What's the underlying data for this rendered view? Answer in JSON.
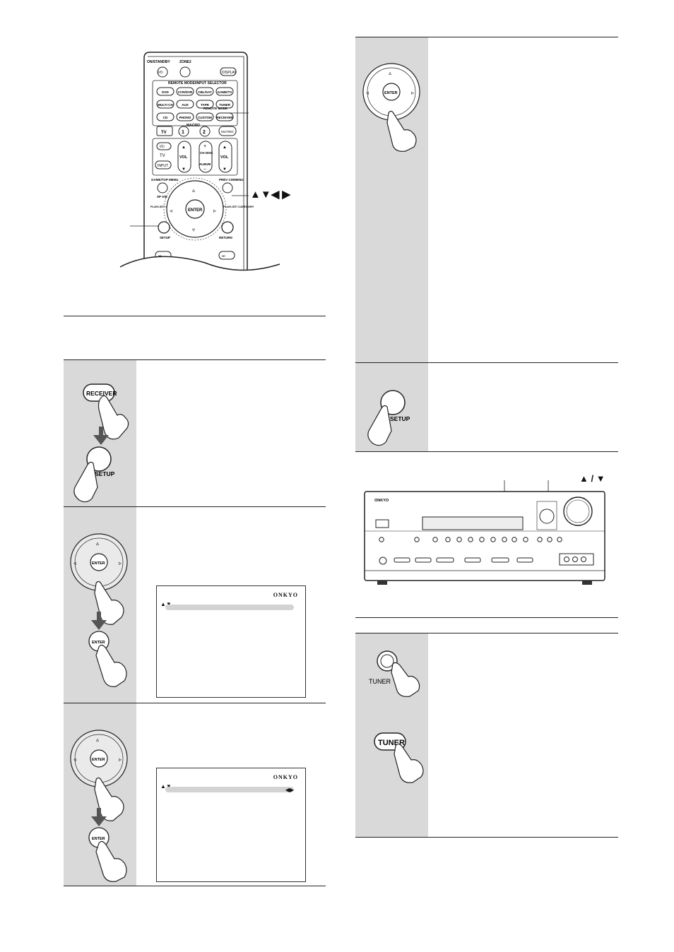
{
  "remote": {
    "top_labels": [
      "ON/STANDBY",
      "ZONE2",
      "DISPLAY"
    ],
    "selector_title": "REMOTE MODE/INPUT SELECTOR",
    "input_buttons": [
      "DVD",
      "VCR/DVR",
      "CBL/SAT",
      "GAME/TV",
      "MULTI CH",
      "AUX",
      "TAPE",
      "TUNER",
      "CD",
      "PHONO",
      "CUSTOM",
      "RECEIVER"
    ],
    "remote_mode_label": "REMOTE MODE",
    "macro_label": "MACRO",
    "tv_button": "TV",
    "macro_buttons": [
      "1",
      "2"
    ],
    "muting_button": "MUTING",
    "power_symbol": "I/⏻",
    "tv_label": "TV",
    "input_button": "INPUT",
    "vol_label": "VOL",
    "ch_disc_label": "CH DISC",
    "album_label": "ALBUM",
    "vol2_label": "VOL",
    "game_top_menu": "GAME/TOP MENU",
    "prev_ch_menu": "PREV CH/MENU",
    "sp_ab": "SP A/B",
    "playlist_left": "PLAYLIST/ CATEGORY",
    "playlist_right": "PLAYLIST/ CATEGORY",
    "enter": "ENTER",
    "setup": "SETUP",
    "return": "RETURN",
    "arrows_callout": "▲▼◀ ▶"
  },
  "steps_left": {
    "step1": {
      "button_receiver": "RECEIVER",
      "button_setup": "SETUP"
    },
    "step2": {
      "enter": "ENTER",
      "osd_logo": "ONKYO",
      "osd_arrows": "▲▼"
    },
    "step3": {
      "enter": "ENTER",
      "osd_logo": "ONKYO",
      "osd_arrows": "▲▼",
      "osd_side_arrows": "◀▶"
    }
  },
  "steps_right": {
    "step4": {
      "enter": "ENTER"
    },
    "step5": {
      "setup": "SETUP"
    }
  },
  "front_panel": {
    "brand": "ONKYO",
    "updown_callout": "▲ / ▼"
  },
  "tuner_step": {
    "front_tuner_label": "TUNER",
    "remote_tuner_label": "TUNER"
  }
}
